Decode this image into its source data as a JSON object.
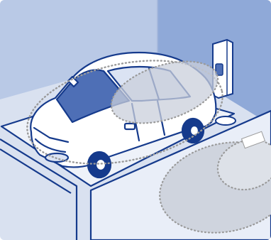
{
  "illustration": {
    "icons": [
      "parking-bay",
      "car",
      "charging-station",
      "sensor-detection-zones"
    ],
    "colors": {
      "wall_left": "#b9c9e6",
      "wall_right": "#8fa9d8",
      "floor": "#d9e1f0",
      "bay_fill": "#ffffff",
      "outline": "#153a8c",
      "car_body": "#ffffff",
      "car_glass": "#4e6fb6",
      "detection_zone": "#c9cfdb",
      "dotted_border": "#9a9a9a"
    }
  }
}
